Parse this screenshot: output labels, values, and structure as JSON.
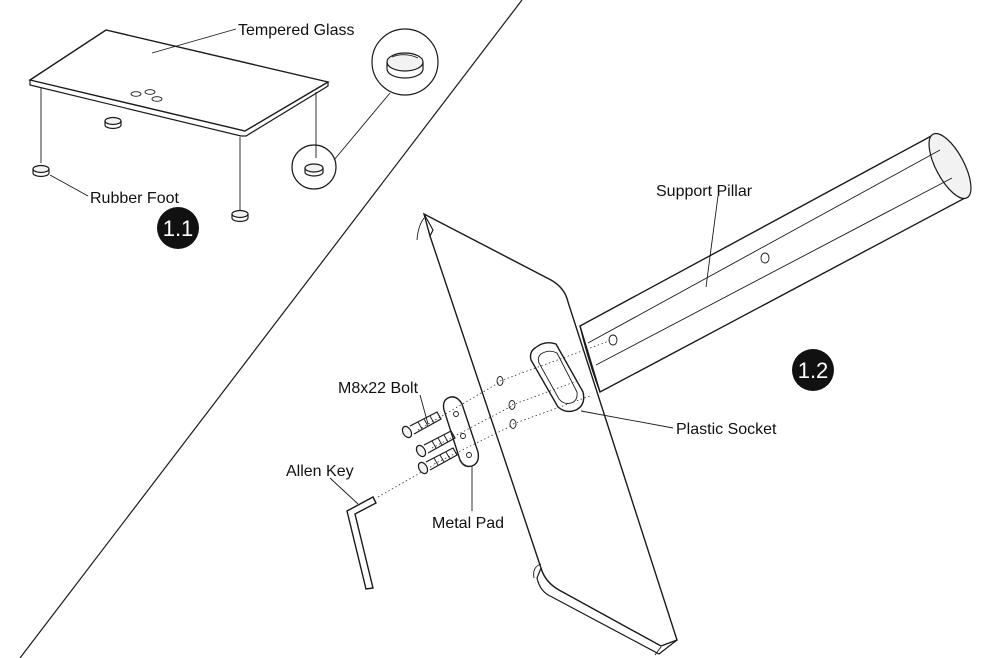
{
  "labels": {
    "tempered_glass": "Tempered Glass",
    "rubber_foot": "Rubber Foot",
    "support_pillar": "Support Pillar",
    "m8x22_bolt": "M8x22 Bolt",
    "allen_key": "Allen Key",
    "plastic_socket": "Plastic Socket",
    "metal_pad": "Metal Pad"
  },
  "steps": {
    "step1": "1.1",
    "step2": "1.2"
  },
  "colors": {
    "line": "#1a1a1a",
    "badge": "#111111",
    "badge_text": "#ffffff",
    "background": "#ffffff"
  }
}
